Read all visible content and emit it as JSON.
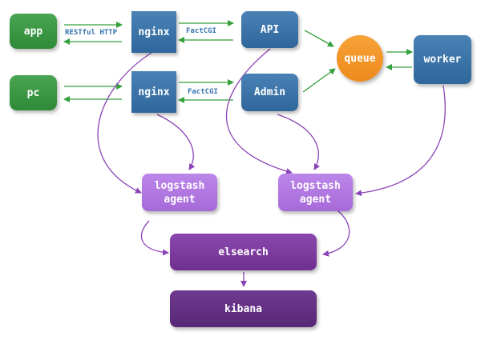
{
  "nodes": {
    "app": "app",
    "pc": "pc",
    "nginx_top": "nginx",
    "nginx_bottom": "nginx",
    "api": "API",
    "admin": "Admin",
    "queue": "queue",
    "worker": "worker",
    "logstash_left": "logstash\nagent",
    "logstash_right": "logstash\nagent",
    "elsearch": "elsearch",
    "kibana": "kibana"
  },
  "edge_labels": {
    "restful_http": "RESTful HTTP",
    "factcgi_top": "FactCGI",
    "factcgi_bottom": "FactCGI"
  },
  "colors": {
    "green_arrow": "#35a03c",
    "purple_arrow": "#8a44b8"
  }
}
